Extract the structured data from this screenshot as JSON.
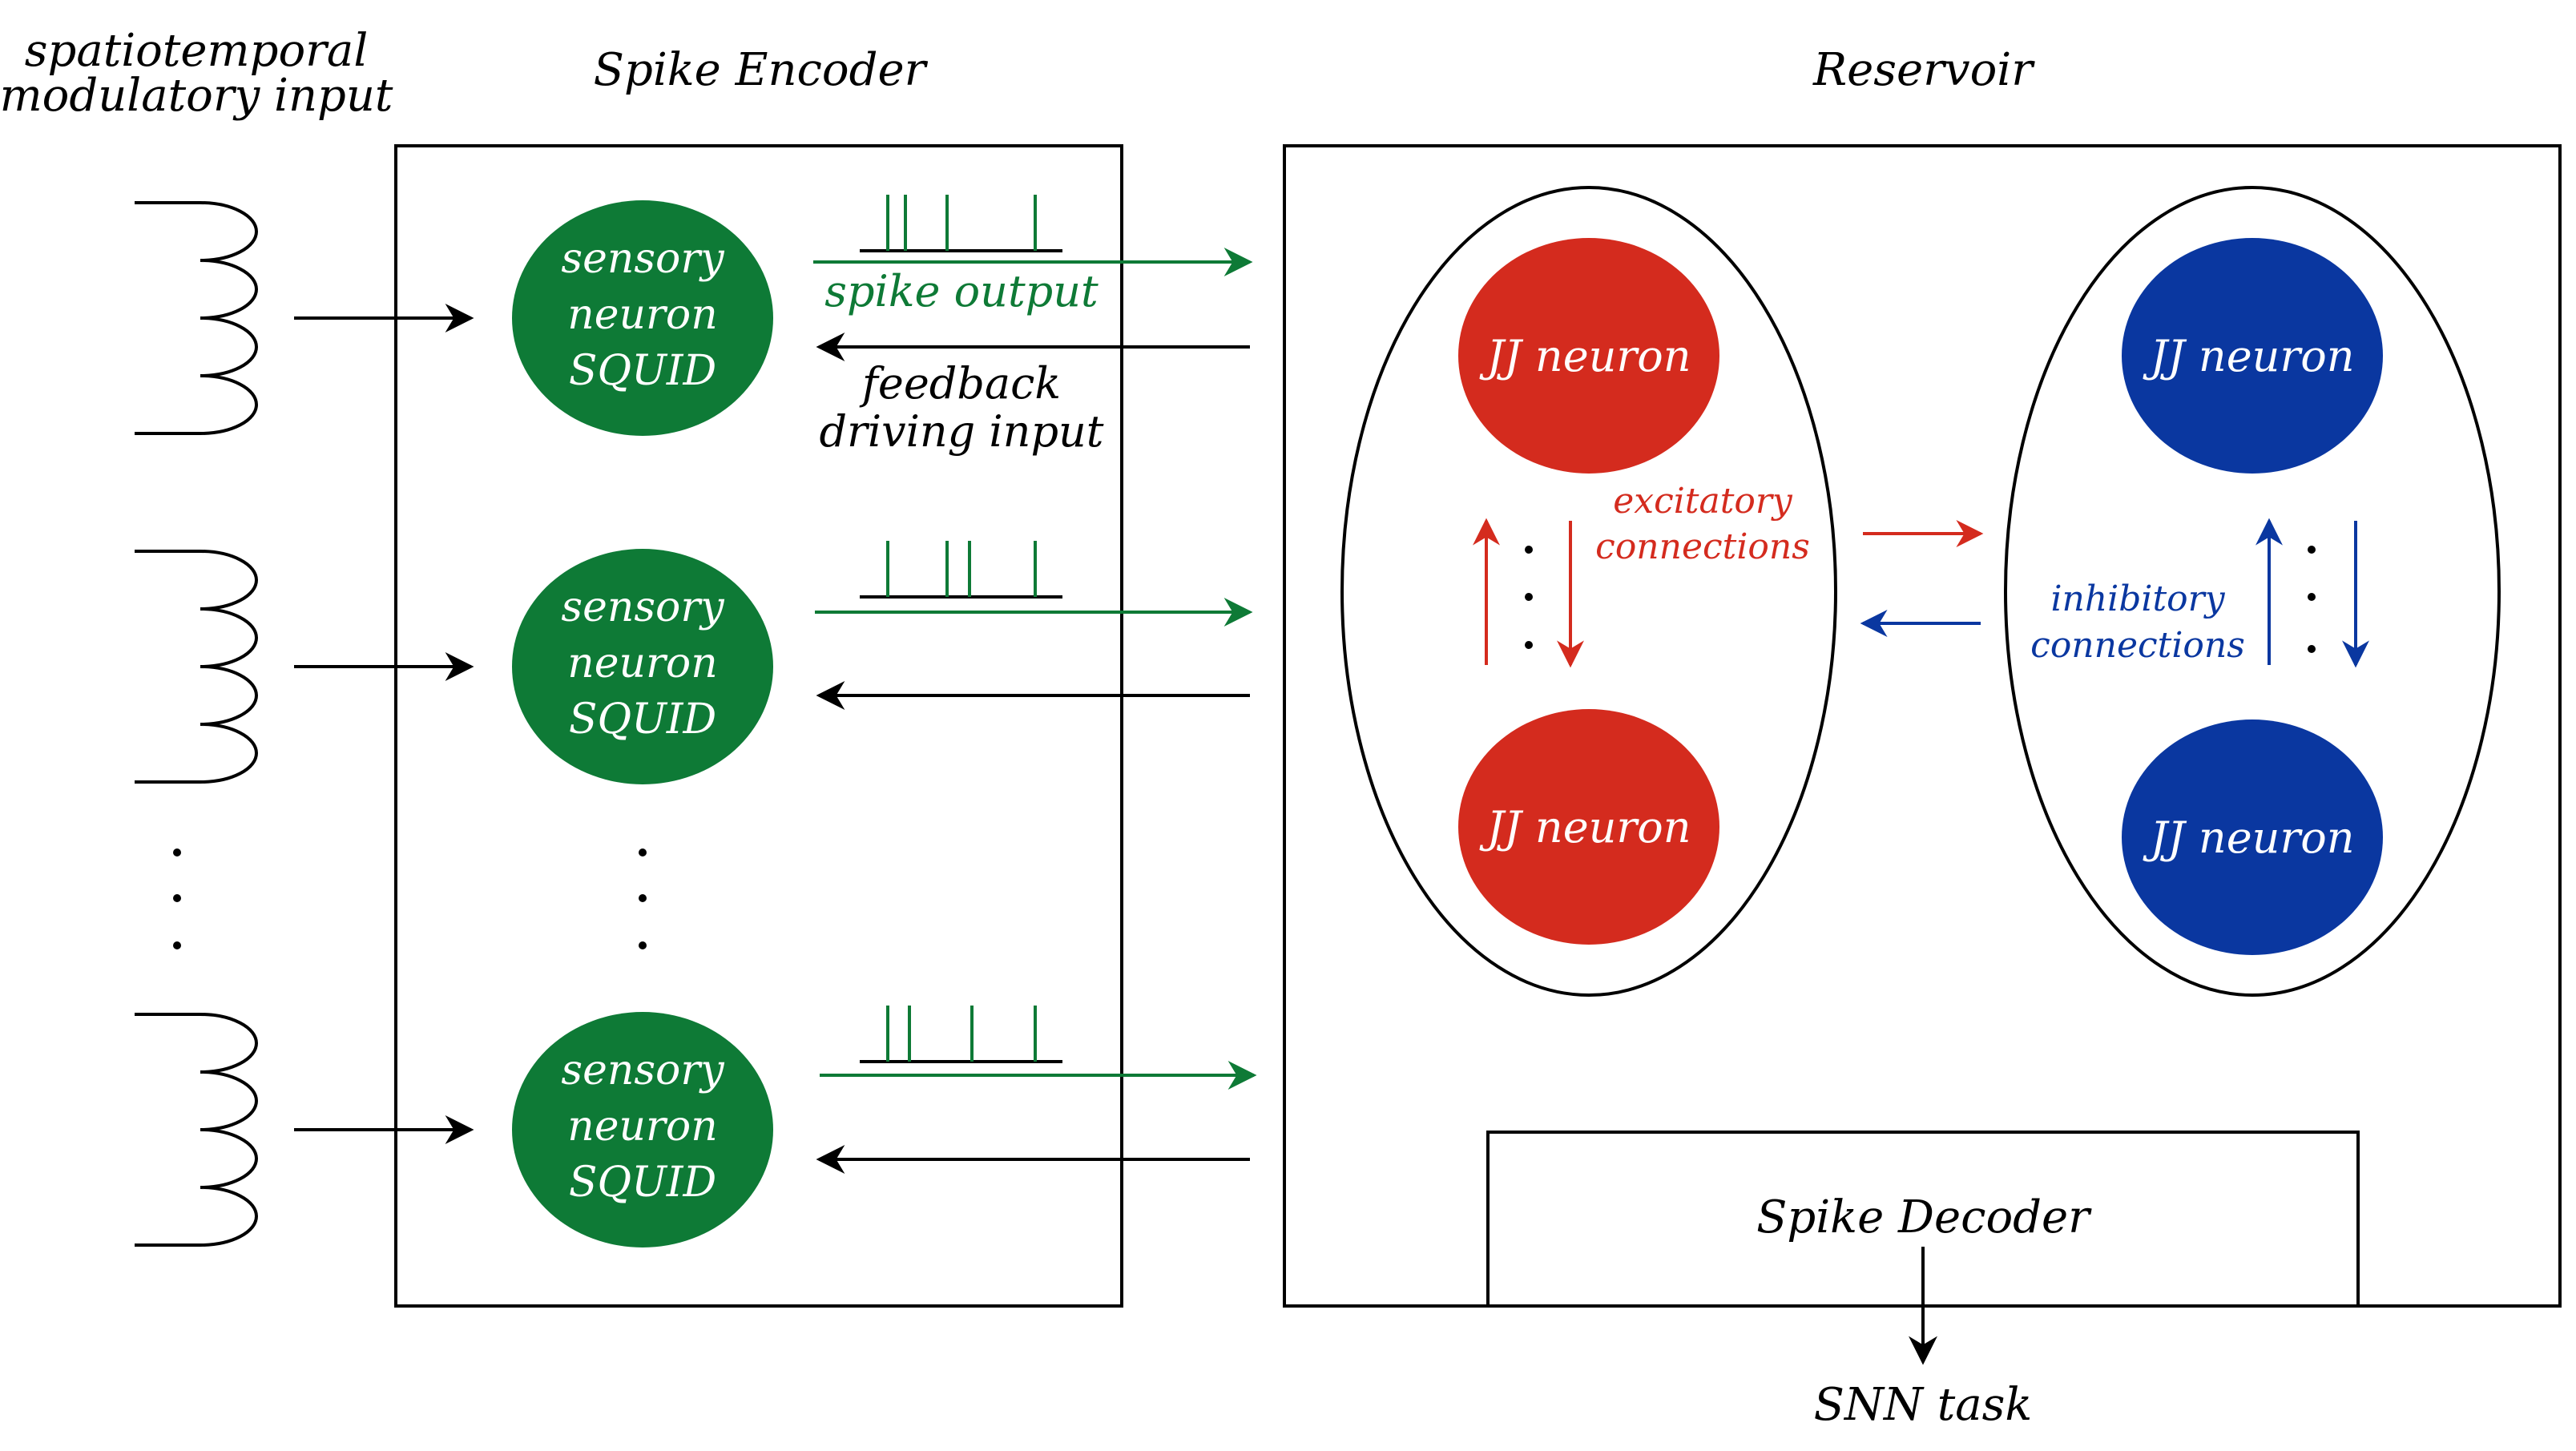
{
  "titles": {
    "input": [
      "spatiotemporal",
      "modulatory input"
    ],
    "encoder": "Spike Encoder",
    "reservoir": "Reservoir"
  },
  "encoder": {
    "neurons": [
      {
        "lines": [
          "sensory",
          "neuron",
          "SQUID"
        ]
      },
      {
        "lines": [
          "sensory",
          "neuron",
          "SQUID"
        ]
      },
      {
        "lines": [
          "sensory",
          "neuron",
          "SQUID"
        ]
      }
    ],
    "spike_output_label": "spike output",
    "feedback_label": [
      "feedback",
      "driving input"
    ]
  },
  "reservoir": {
    "excitatory": {
      "top_neuron": "JJ neuron",
      "bottom_neuron": "JJ neuron",
      "label": [
        "excitatory",
        "connections"
      ]
    },
    "inhibitory": {
      "top_neuron": "JJ neuron",
      "bottom_neuron": "JJ neuron",
      "label": [
        "inhibitory",
        "connections"
      ]
    },
    "decoder": "Spike Decoder"
  },
  "output": "SNN task",
  "colors": {
    "encoder_green": "#0e7a36",
    "excitatory_red": "#d42b1e",
    "inhibitory_blue": "#0a37a0",
    "line": "#000000"
  }
}
